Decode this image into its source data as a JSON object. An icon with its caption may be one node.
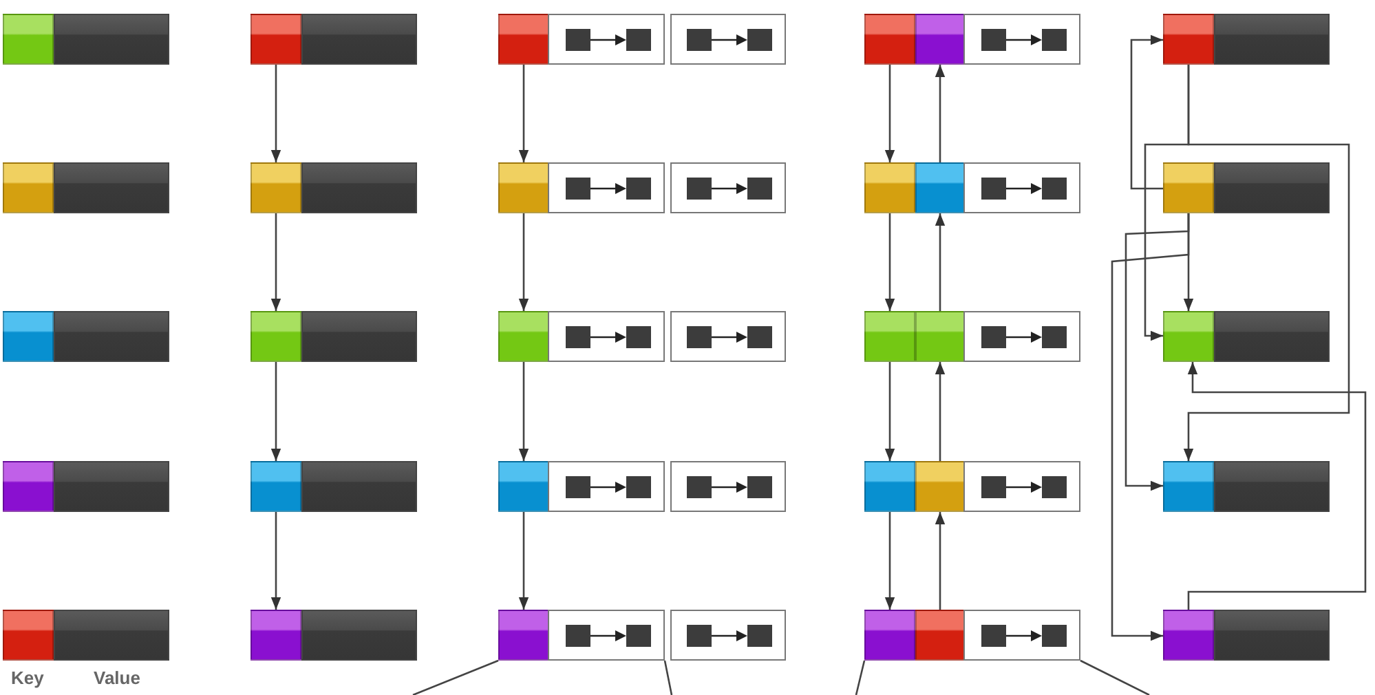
{
  "diagram": {
    "nodes": [
      {
        "text": [],
        "shape": "box"
      },
      {
        "text": [],
        "shape": "bar"
      },
      {
        "text": [],
        "shape": "box"
      },
      {
        "text": [],
        "shape": "bar"
      },
      {
        "text": [],
        "shape": "box"
      },
      {
        "text": [],
        "shape": "bar"
      },
      {
        "text": [],
        "shape": "box"
      },
      {
        "text": [],
        "shape": "bar"
      },
      {
        "text": [],
        "shape": "box"
      },
      {
        "text": [],
        "shape": "bar"
      },
      {
        "text": [],
        "shape": "box"
      },
      {
        "text": [],
        "shape": "bar"
      },
      {
        "text": [],
        "shape": "box"
      },
      {
        "text": [],
        "shape": "bar"
      },
      {
        "text": [],
        "shape": "box"
      },
      {
        "text": [],
        "shape": "bar"
      },
      {
        "text": [],
        "shape": "box"
      },
      {
        "text": [],
        "shape": "bar"
      },
      {
        "text": [],
        "shape": "box"
      },
      {
        "text": [],
        "shape": "bar"
      },
      {
        "text": [],
        "shape": "box"
      },
      {
        "text": [],
        "shape": "box"
      },
      {
        "text": [],
        "shape": "box"
      },
      {
        "text": [],
        "shape": "box"
      },
      {
        "text": [],
        "shape": "box"
      },
      {
        "text": [],
        "shape": "box"
      },
      {
        "text": [],
        "shape": "box"
      },
      {
        "text": [],
        "shape": "box"
      },
      {
        "text": [],
        "shape": "box"
      },
      {
        "text": [],
        "shape": "box"
      },
      {
        "text": [],
        "shape": "box"
      },
      {
        "text": [],
        "shape": "box"
      },
      {
        "text": [],
        "shape": "box"
      },
      {
        "text": [],
        "shape": "box"
      },
      {
        "text": [],
        "shape": "box"
      },
      {
        "text": [],
        "shape": "box"
      },
      {
        "text": [],
        "shape": "box"
      },
      {
        "text": [],
        "shape": "box"
      },
      {
        "text": [],
        "shape": "box"
      },
      {
        "text": [],
        "shape": "box"
      },
      {
        "text": [],
        "shape": "box"
      },
      {
        "text": [],
        "shape": "box"
      },
      {
        "text": [],
        "shape": "box"
      },
      {
        "text": [],
        "shape": "box"
      },
      {
        "text": [],
        "shape": "box"
      },
      {
        "text": [],
        "shape": "box"
      },
      {
        "text": [],
        "shape": "box"
      },
      {
        "text": [],
        "shape": "box"
      },
      {
        "text": [],
        "shape": "box"
      },
      {
        "text": [],
        "shape": "box"
      },
      {
        "text": [],
        "shape": "box"
      },
      {
        "text": [],
        "shape": "bar"
      },
      {
        "text": [],
        "shape": "box"
      },
      {
        "text": [],
        "shape": "bar"
      },
      {
        "text": [],
        "shape": "box"
      },
      {
        "text": [],
        "shape": "bar"
      },
      {
        "text": [],
        "shape": "box"
      },
      {
        "text": [],
        "shape": "bar"
      },
      {
        "text": [],
        "shape": "box"
      },
      {
        "text": [],
        "shape": "bar"
      }
    ],
    "edges": [
      {
        "from": 10,
        "to": 12,
        "arrow": "to"
      },
      {
        "from": 12,
        "to": 14,
        "arrow": "to"
      },
      {
        "from": 14,
        "to": 16,
        "arrow": "to"
      },
      {
        "from": 16,
        "to": 18,
        "arrow": "to"
      },
      {
        "from": 20,
        "to": 23,
        "arrow": "to"
      },
      {
        "from": 23,
        "to": 26,
        "arrow": "to"
      },
      {
        "from": 26,
        "to": 29,
        "arrow": "to"
      },
      {
        "from": 29,
        "to": 32,
        "arrow": "to"
      },
      {
        "from": 35,
        "to": 38,
        "arrow": "to"
      },
      {
        "from": 38,
        "to": 41,
        "arrow": "to"
      },
      {
        "from": 41,
        "to": 44,
        "arrow": "to"
      },
      {
        "from": 44,
        "to": 47,
        "arrow": "to"
      },
      {
        "from": 48,
        "to": 45,
        "arrow": "to"
      },
      {
        "from": 45,
        "to": 42,
        "arrow": "to"
      },
      {
        "from": 42,
        "to": 39,
        "arrow": "to"
      },
      {
        "from": 39,
        "to": 36,
        "arrow": "to"
      },
      {
        "from": 52,
        "to": 50,
        "arrow": "to"
      },
      {
        "from": 50,
        "to": 54,
        "arrow": "to"
      },
      {
        "from": 50,
        "to": 56,
        "arrow": "to"
      },
      {
        "from": 52,
        "to": 54,
        "arrow": "to"
      },
      {
        "from": 52,
        "to": 56,
        "arrow": "to"
      },
      {
        "from": 52,
        "to": 58,
        "arrow": "to"
      },
      {
        "from": 58,
        "to": 54,
        "arrow": "to"
      },
      {
        "from": 32,
        "to": null,
        "arrow": "none"
      },
      {
        "from": 33,
        "to": null,
        "arrow": "none"
      },
      {
        "from": 47,
        "to": null,
        "arrow": "none"
      },
      {
        "from": 49,
        "to": null,
        "arrow": "none"
      }
    ],
    "labels": [
      "Key",
      "Value"
    ]
  }
}
